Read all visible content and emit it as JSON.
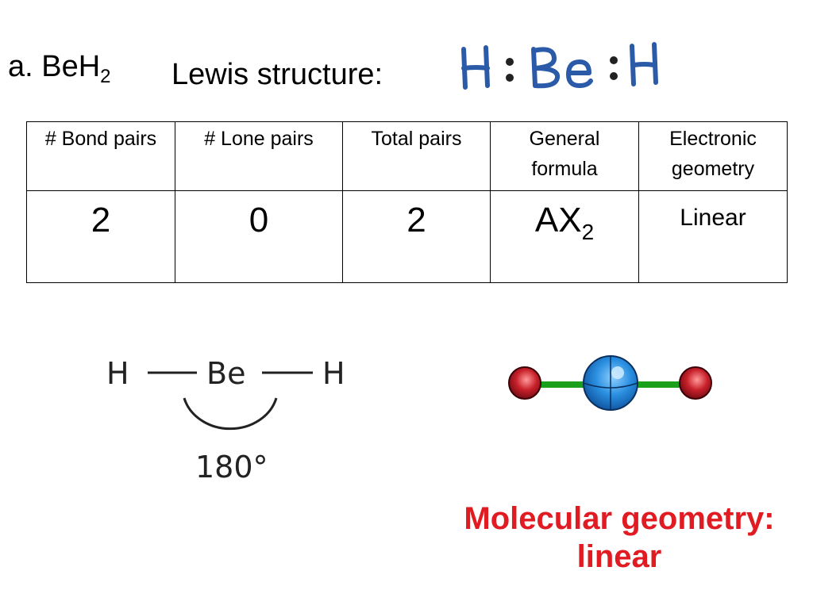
{
  "header": {
    "compound_prefix": "a. BeH",
    "compound_subscript": "2",
    "lewis_label": "Lewis structure:"
  },
  "lewis_structure": {
    "left_atom": "H",
    "center_atom": "Be",
    "right_atom": "H",
    "ink_color": "#2a5aa8"
  },
  "table": {
    "headers": [
      [
        "# Bond pairs"
      ],
      [
        "# Lone pairs"
      ],
      [
        "Total pairs"
      ],
      [
        "General",
        "formula"
      ],
      [
        "Electronic",
        "geometry"
      ]
    ],
    "values": {
      "bond_pairs": "2",
      "lone_pairs": "0",
      "total_pairs": "2",
      "formula_base": "AX",
      "formula_subscript": "2",
      "electronic_geometry": "Linear"
    }
  },
  "angle_diagram": {
    "left_atom": "H",
    "center_atom": "Be",
    "right_atom": "H",
    "angle_label": "180°"
  },
  "model": {
    "center_color": "#2a8fe0",
    "outer_color": "#c8202a",
    "bond_color": "#1aa01a"
  },
  "molecular_geometry": {
    "line1": "Molecular geometry:",
    "line2": "linear",
    "color": "#e01b22"
  }
}
